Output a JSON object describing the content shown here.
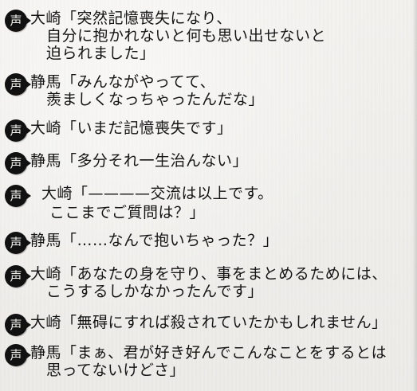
{
  "voice_icon_label": "声",
  "entries": [
    {
      "speaker": "大崎",
      "lines": [
        "「突然記憶喪失になり、",
        "自分に抱かれないと何も思い出せないと",
        "迫られました」"
      ]
    },
    {
      "speaker": "静馬",
      "lines": [
        "「みんながやってて、",
        "羨ましくなっちゃったんだな」"
      ]
    },
    {
      "speaker": "大崎",
      "lines": [
        "「いまだ記憶喪失です」"
      ]
    },
    {
      "speaker": "静馬",
      "lines": [
        "「多分それ一生治んない」"
      ]
    },
    {
      "speaker": "大崎",
      "lines": [
        "「————交流は以上です。",
        "ここまでご質問は？」"
      ]
    },
    {
      "speaker": "静馬",
      "lines": [
        "「……なんで抱いちゃった？」"
      ]
    },
    {
      "speaker": "大崎",
      "lines": [
        "「あなたの身を守り、事をまとめるためには、",
        "こうするしかなかったんです」"
      ]
    },
    {
      "speaker": "大崎",
      "lines": [
        "「無碍にすれば殺されていたかもしれません」"
      ]
    },
    {
      "speaker": "静馬",
      "lines": [
        "「まぁ、君が好き好んでこんなことをするとは",
        "思ってないけどさ」"
      ]
    }
  ]
}
